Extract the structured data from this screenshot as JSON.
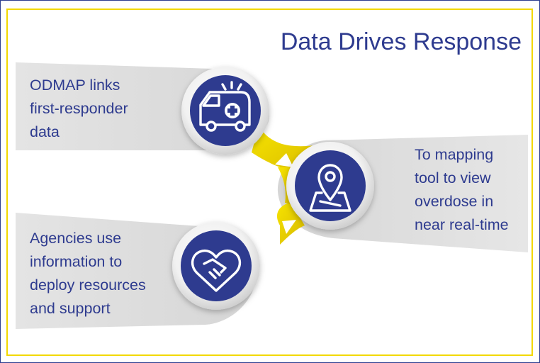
{
  "title": "Data Drives Response",
  "steps": [
    {
      "lines": [
        "ODMAP links",
        "first-responder",
        "data"
      ],
      "icon": "ambulance-icon"
    },
    {
      "lines": [
        "To mapping",
        "tool to view",
        "overdose in",
        "near real-time"
      ],
      "icon": "map-pin-icon"
    },
    {
      "lines": [
        "Agencies use",
        "information to",
        "deploy resources",
        "and support"
      ],
      "icon": "heart-handshake-icon"
    }
  ],
  "colors": {
    "accent_navy": "#2e3b8f",
    "accent_yellow": "#f2d800",
    "panel_gray": "#e2e2e2",
    "frame_blue": "#2d3e8f"
  }
}
